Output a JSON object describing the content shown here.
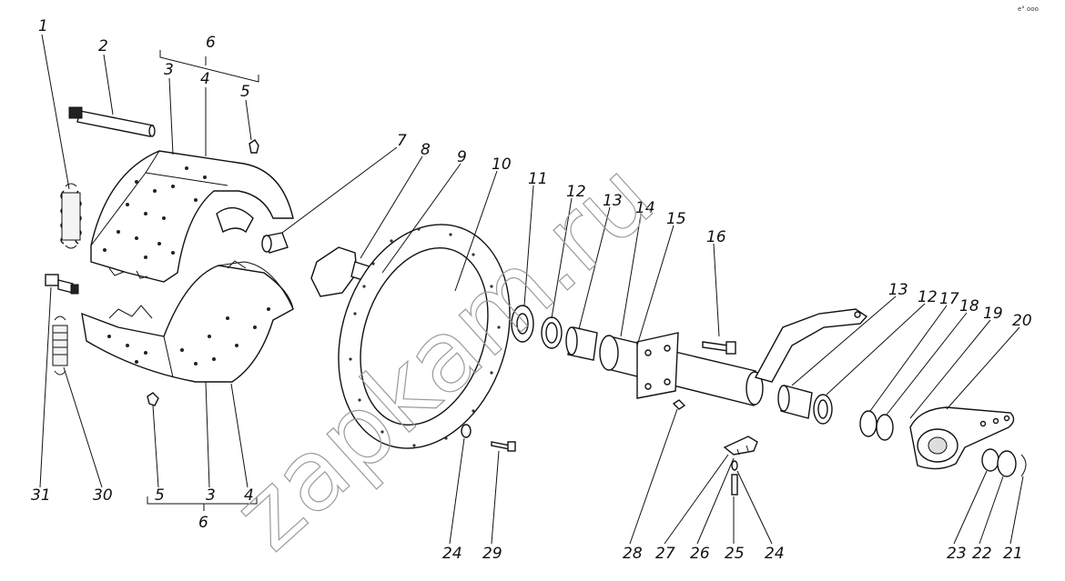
{
  "watermark": "zapkam.ru",
  "corner_mark": "e° ooo",
  "labels": {
    "l1": "1",
    "l2": "2",
    "l3a": "3",
    "l4a": "4",
    "l5a": "5",
    "l6a": "6",
    "l7": "7",
    "l8": "8",
    "l9": "9",
    "l10": "10",
    "l11": "11",
    "l12a": "12",
    "l13a": "13",
    "l14": "14",
    "l15": "15",
    "l16": "16",
    "l13b": "13",
    "l12b": "12",
    "l17": "17",
    "l18": "18",
    "l19": "19",
    "l20": "20",
    "l31": "31",
    "l30": "30",
    "l5b": "5",
    "l3b": "3",
    "l4b": "4",
    "l6b": "6",
    "l24a": "24",
    "l29": "29",
    "l28": "28",
    "l27": "27",
    "l26": "26",
    "l25": "25",
    "l24b": "24",
    "l23": "23",
    "l22": "22",
    "l21": "21"
  }
}
